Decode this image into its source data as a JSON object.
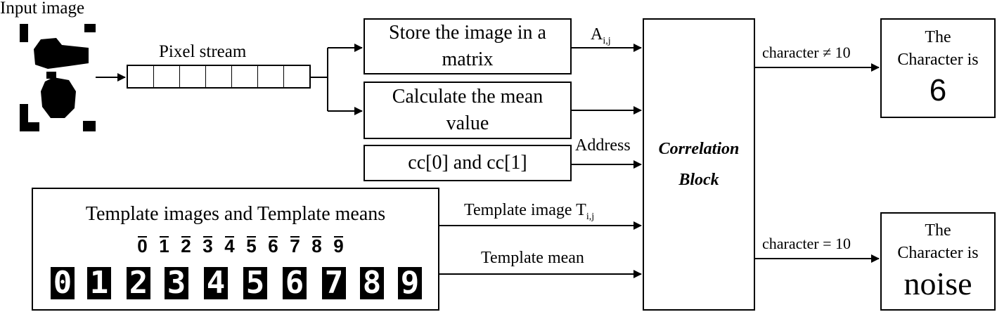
{
  "input": {
    "label": "Input image"
  },
  "pixel_stream": {
    "label": "Pixel stream",
    "cells": 7
  },
  "store_box": {
    "line1": "Store the image in a",
    "line2": "matrix"
  },
  "mean_box": {
    "line1": "Calculate the mean",
    "line2": "value"
  },
  "cc_box": {
    "text": "cc[0] and cc[1]"
  },
  "correlation": {
    "line1": "Correlation",
    "line2": "Block"
  },
  "arrows": {
    "a_ij": "A",
    "a_ij_sub": "i,j",
    "address": "Address",
    "template_image": "Template image T",
    "template_image_sub": "i,j",
    "template_mean": "Template mean",
    "char_ne": "character ≠ 10",
    "char_eq": "character = 10"
  },
  "template_box": {
    "title": "Template images and Template means",
    "means": [
      "0",
      "1",
      "2",
      "3",
      "4",
      "5",
      "6",
      "7",
      "8",
      "9"
    ],
    "images": [
      "0",
      "1",
      "2",
      "3",
      "4",
      "5",
      "6",
      "7",
      "8",
      "9"
    ]
  },
  "result_top": {
    "line1": "The",
    "line2": "Character is",
    "value": "6"
  },
  "result_bottom": {
    "line1": "The",
    "line2": "Character is",
    "value": "noise"
  }
}
